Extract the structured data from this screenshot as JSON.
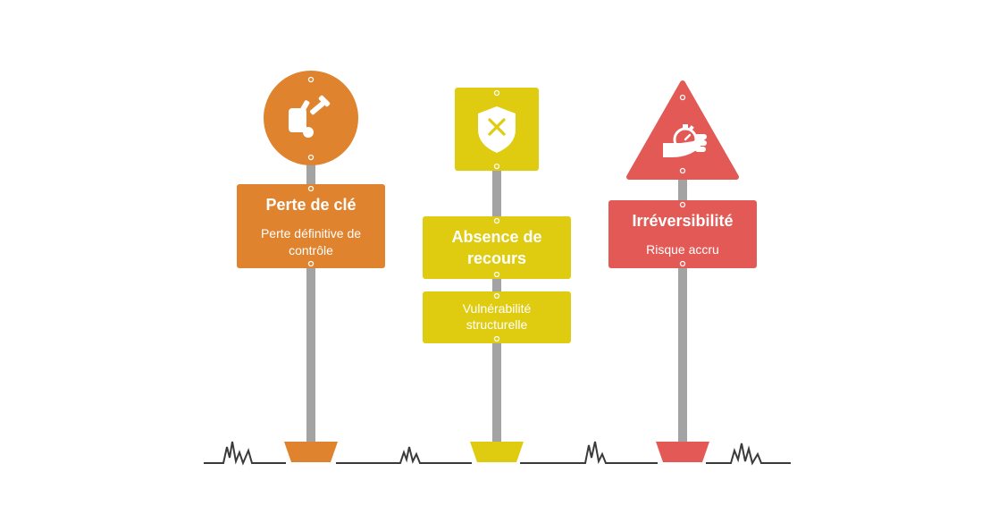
{
  "colors": {
    "orange": "#E0832F",
    "yellow": "#DFCB10",
    "red": "#E25955",
    "pole": "#A3A3A3",
    "ground": "#3A3A3A"
  },
  "signs": [
    {
      "title": "Perte de clé",
      "description": "Perte définitive de contrôle",
      "icon": "broken-key-icon",
      "shape": "circle",
      "color": "#E0832F"
    },
    {
      "title": "Absence de recours",
      "description": "Vulnérabilité structurelle",
      "icon": "shield-x-icon",
      "shape": "square",
      "color": "#DFCB10"
    },
    {
      "title": "Irréversibilité",
      "description": "Risque accru",
      "icon": "hand-stopwatch-icon",
      "shape": "triangle",
      "color": "#E25955"
    }
  ]
}
